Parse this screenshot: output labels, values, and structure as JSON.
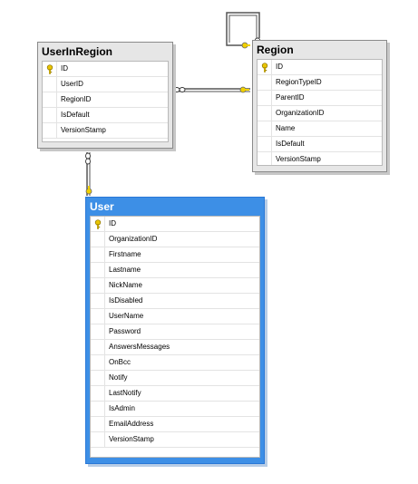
{
  "tables": {
    "user_in_region": {
      "title": "UserInRegion",
      "columns": [
        {
          "name": "ID",
          "primary_key": true
        },
        {
          "name": "UserID",
          "primary_key": false
        },
        {
          "name": "RegionID",
          "primary_key": false
        },
        {
          "name": "IsDefault",
          "primary_key": false
        },
        {
          "name": "VersionStamp",
          "primary_key": false
        }
      ]
    },
    "region": {
      "title": "Region",
      "columns": [
        {
          "name": "ID",
          "primary_key": true
        },
        {
          "name": "RegionTypeID",
          "primary_key": false
        },
        {
          "name": "ParentID",
          "primary_key": false
        },
        {
          "name": "OrganizationID",
          "primary_key": false
        },
        {
          "name": "Name",
          "primary_key": false
        },
        {
          "name": "IsDefault",
          "primary_key": false
        },
        {
          "name": "VersionStamp",
          "primary_key": false
        }
      ]
    },
    "user": {
      "title": "User",
      "selected": true,
      "columns": [
        {
          "name": "ID",
          "primary_key": true
        },
        {
          "name": "OrganizationID",
          "primary_key": false
        },
        {
          "name": "Firstname",
          "primary_key": false
        },
        {
          "name": "Lastname",
          "primary_key": false
        },
        {
          "name": "NickName",
          "primary_key": false
        },
        {
          "name": "IsDisabled",
          "primary_key": false
        },
        {
          "name": "UserName",
          "primary_key": false
        },
        {
          "name": "Password",
          "primary_key": false
        },
        {
          "name": "AnswersMessages",
          "primary_key": false
        },
        {
          "name": "OnBcc",
          "primary_key": false
        },
        {
          "name": "Notify",
          "primary_key": false
        },
        {
          "name": "LastNotify",
          "primary_key": false
        },
        {
          "name": "IsAdmin",
          "primary_key": false
        },
        {
          "name": "EmailAddress",
          "primary_key": false
        },
        {
          "name": "VersionStamp",
          "primary_key": false
        }
      ]
    }
  },
  "relationships": [
    {
      "from": "UserInRegion",
      "to": "Region",
      "kind": "many-to-one"
    },
    {
      "from": "UserInRegion",
      "to": "User",
      "kind": "many-to-one"
    },
    {
      "from": "Region",
      "to": "Region",
      "kind": "self-reference"
    }
  ],
  "colors": {
    "table_border": "#8a8a8a",
    "table_header": "#e6e6e6",
    "selected_header": "#3d8fe6",
    "key_icon": "#e8c400",
    "connector": "#555555"
  },
  "icons": {
    "primary_key": "key-icon",
    "relationship_one": "key-endpoint-icon",
    "relationship_many": "infinity-endpoint-icon"
  }
}
